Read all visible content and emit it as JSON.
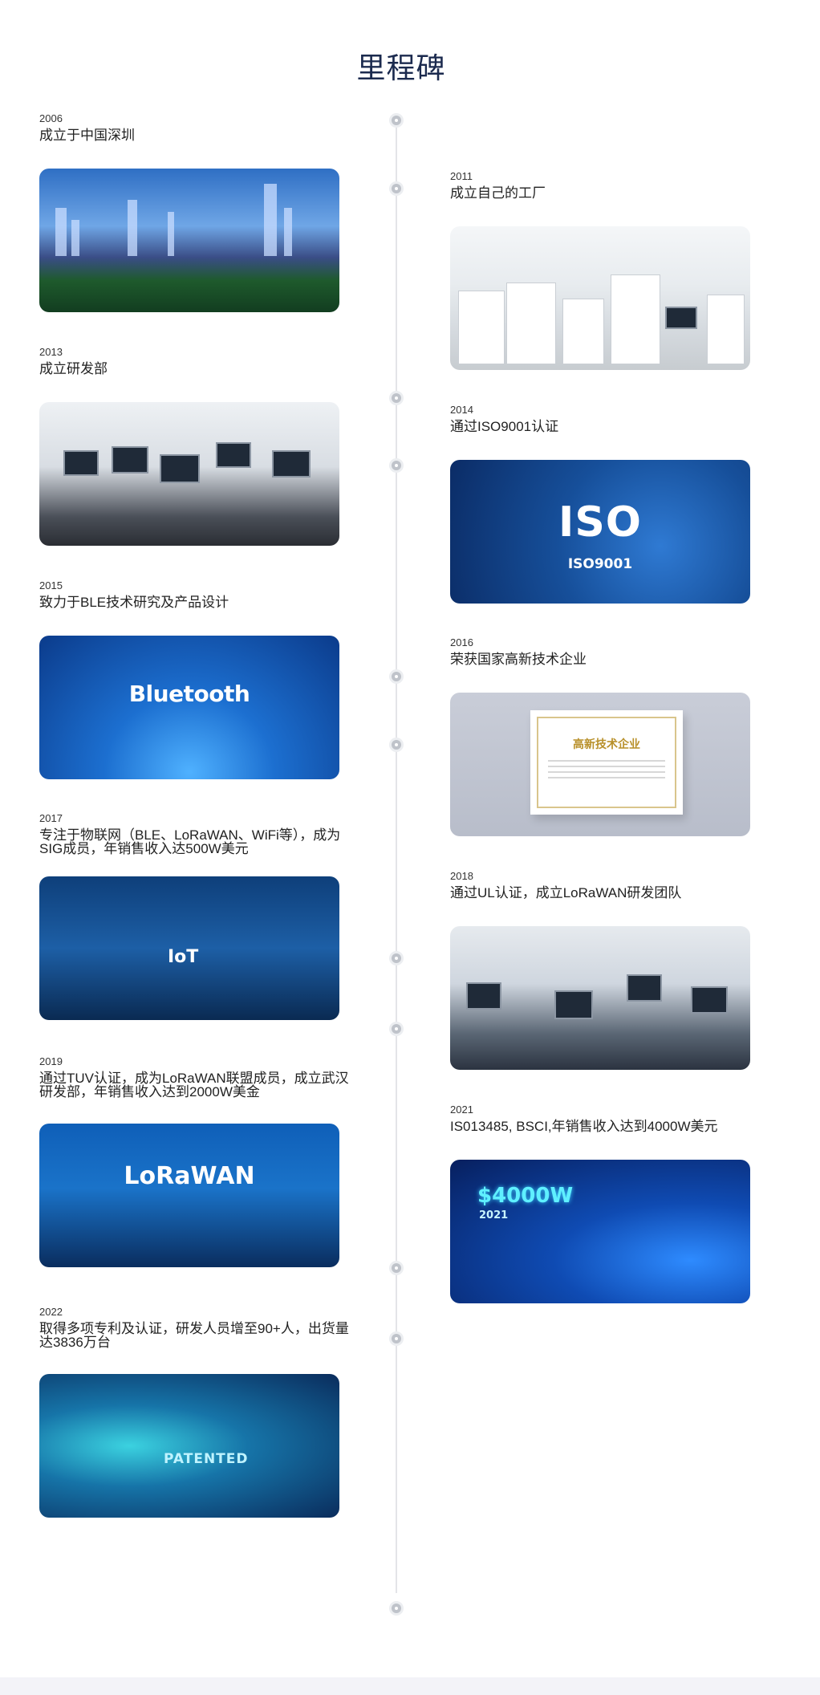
{
  "page": {
    "title": "里程碑"
  },
  "milestones": [
    {
      "year": "2006",
      "text": "成立于中国深圳",
      "image": "shenzhen-city-image"
    },
    {
      "year": "2011",
      "text": "成立自己的工厂",
      "image": "factory-image"
    },
    {
      "year": "2013",
      "text": "成立研发部",
      "image": "rd-office-image"
    },
    {
      "year": "2014",
      "text": "通过ISO9001认证",
      "image": "iso9001-image",
      "overlay": "ISO",
      "overlay_sub": "ISO9001"
    },
    {
      "year": "2015",
      "text": "致力于BLE技术研究及产品设计",
      "image": "bluetooth-image",
      "overlay": "Bluetooth"
    },
    {
      "year": "2016",
      "text": "荣获国家高新技术企业",
      "image": "certificate-image",
      "overlay": "高新技术企业"
    },
    {
      "year": "2017",
      "text": "专注于物联网（BLE、LoRaWAN、WiFi等），成为SIG成员，年销售收入达500W美元",
      "image": "iot-image",
      "overlay": "IoT"
    },
    {
      "year": "2018",
      "text": "通过UL认证，成立LoRaWAN研发团队",
      "image": "lorawan-team-image"
    },
    {
      "year": "2019",
      "text": "通过TUV认证，成为LoRaWAN联盟成员，成立武汉研发部，年销售收入达到2000W美金",
      "image": "lorawan-image",
      "overlay": "LoRaWAN"
    },
    {
      "year": "2021",
      "text": "IS013485, BSCI,年销售收入达到4000W美元",
      "image": "revenue-image",
      "overlay": "$4000W",
      "overlay_sub": "2021"
    },
    {
      "year": "2022",
      "text": "取得多项专利及认证，研发人员增至90+人，出货量达3836万台",
      "image": "patent-image",
      "overlay": "PATENTED"
    }
  ]
}
